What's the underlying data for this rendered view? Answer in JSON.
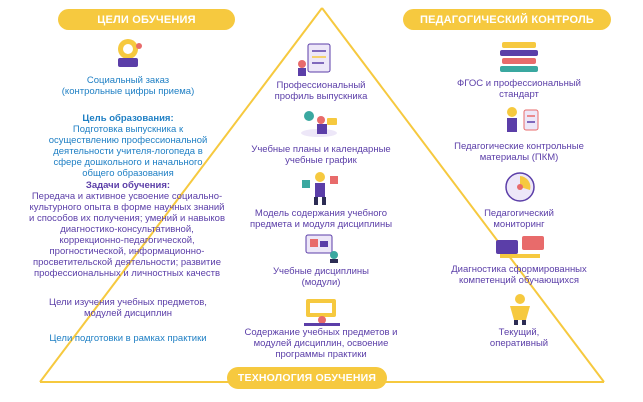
{
  "headers": {
    "goals": "ЦЕЛИ ОБУЧЕНИЯ",
    "control": "ПЕДАГОГИЧЕСКИЙ КОНТРОЛЬ",
    "technology": "ТЕХНОЛОГИЯ ОБУЧЕНИЯ"
  },
  "left": {
    "social_order": "Социальный заказ (контрольные цифры приема)",
    "edu_goal_title": "Цель образования:",
    "edu_goal_text": "Подготовка выпускника к осуществлению профессиональной деятельности учителя-логопеда в сфере дошкольного и начального общего образования",
    "tasks_title": "Задачи обучения:",
    "tasks_text": "Передача и активное усвоение социально-культурного опыта в форме научных знаний и способов их получения; умений и навыков диагностико-консультативной, коррекционно-педагогической, прогностической, информационно-просветительской деятельности; развитие профессиональных и личностных качеств",
    "subject_goals": "Цели изучения учебных предметов, модулей дисциплин",
    "practice_goals": "Цели подготовки в рамках практики"
  },
  "center": {
    "profile": "Профессиональный профиль выпускника",
    "plans": "Учебные планы и календарные учебные график",
    "model": "Модель содержания учебного предмета и модуля дисциплины",
    "disciplines": "Учебные дисциплины (модули)",
    "content": "Содержание учебных предметов и модулей дисциплин, освоение программы практики"
  },
  "right": {
    "fgos": "ФГОС и профессиональный стандарт",
    "pkm": "Педагогические контрольные материалы (ПКМ)",
    "monitoring": "Педагогический мониторинг",
    "diagnostics": "Диагностика сформированных компетенций обучающихся",
    "current": "Текущий, оперативный"
  },
  "colors": {
    "accent_yellow": "#f6c93f",
    "blue_text": "#1e7fc4",
    "purple_text": "#5b3ea8"
  }
}
